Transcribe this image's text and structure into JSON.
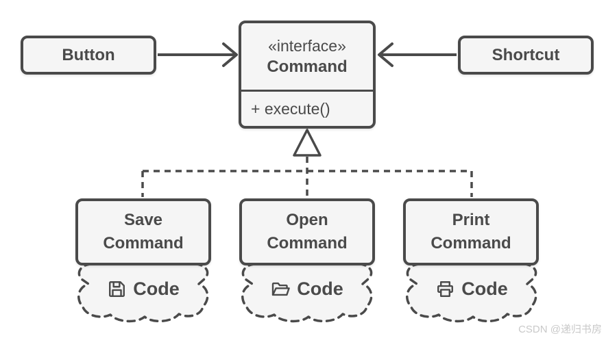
{
  "colors": {
    "stroke": "#4a4a4a",
    "fill": "#f5f5f5",
    "background": "#ffffff",
    "watermark": "#c9c9c9",
    "triangle_fill": "#ffffff"
  },
  "nodes": {
    "button": {
      "label": "Button"
    },
    "shortcut": {
      "label": "Shortcut"
    },
    "command": {
      "stereotype": "«interface»",
      "name": "Command",
      "method": "+ execute()"
    },
    "save": {
      "label": "Save\nCommand"
    },
    "open": {
      "label": "Open\nCommand"
    },
    "print": {
      "label": "Print\nCommand"
    }
  },
  "code_labels": {
    "save": {
      "icon": "floppy-disk-icon",
      "label": "Code"
    },
    "open": {
      "icon": "open-folder-icon",
      "label": "Code"
    },
    "print": {
      "icon": "printer-icon",
      "label": "Code"
    }
  },
  "watermark": "CSDN @递归书房"
}
